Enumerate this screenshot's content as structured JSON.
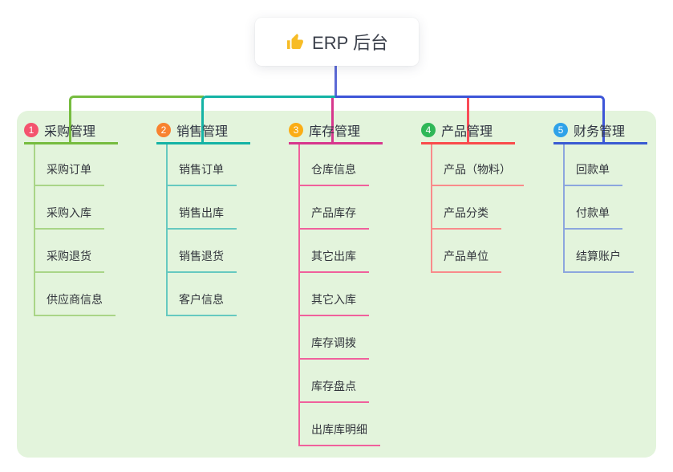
{
  "root": {
    "label": "ERP 后台",
    "icon": "thumbs-up-icon"
  },
  "colors": {
    "stem": "#5C69D6",
    "panel_bg": "#E3F4DC",
    "bus_green": "#76BC3F",
    "bus_teal": "#14B3A5",
    "bus_blue": "#3D55D8",
    "drop_magenta": "#D7378D",
    "drop_red": "#F94B57"
  },
  "branches": [
    {
      "number": "1",
      "title": "采购管理",
      "badge_color": "#F4536E",
      "line_color": "#76BC3F",
      "child_line_color": "#A9D587",
      "children": [
        "采购订单",
        "采购入库",
        "采购退货",
        "供应商信息"
      ]
    },
    {
      "number": "2",
      "title": "销售管理",
      "badge_color": "#F8822F",
      "line_color": "#14B3A5",
      "child_line_color": "#66C9C0",
      "children": [
        "销售订单",
        "销售出库",
        "销售退货",
        "客户信息"
      ]
    },
    {
      "number": "3",
      "title": "库存管理",
      "badge_color": "#FBAD15",
      "line_color": "#D7378D",
      "child_line_color": "#F0609C",
      "children": [
        "仓库信息",
        "产品库存",
        "其它出库",
        "其它入库",
        "库存调拨",
        "库存盘点",
        "出库库明细"
      ]
    },
    {
      "number": "4",
      "title": "产品管理",
      "badge_color": "#2FB757",
      "line_color": "#F94B4B",
      "child_line_color": "#F98B8B",
      "children": [
        "产品（物料）",
        "产品分类",
        "产品单位"
      ]
    },
    {
      "number": "5",
      "title": "财务管理",
      "badge_color": "#2FA2E9",
      "line_color": "#3A5BD2",
      "child_line_color": "#8CA6DE",
      "children": [
        "回款单",
        "付款单",
        "结算账户"
      ]
    }
  ]
}
